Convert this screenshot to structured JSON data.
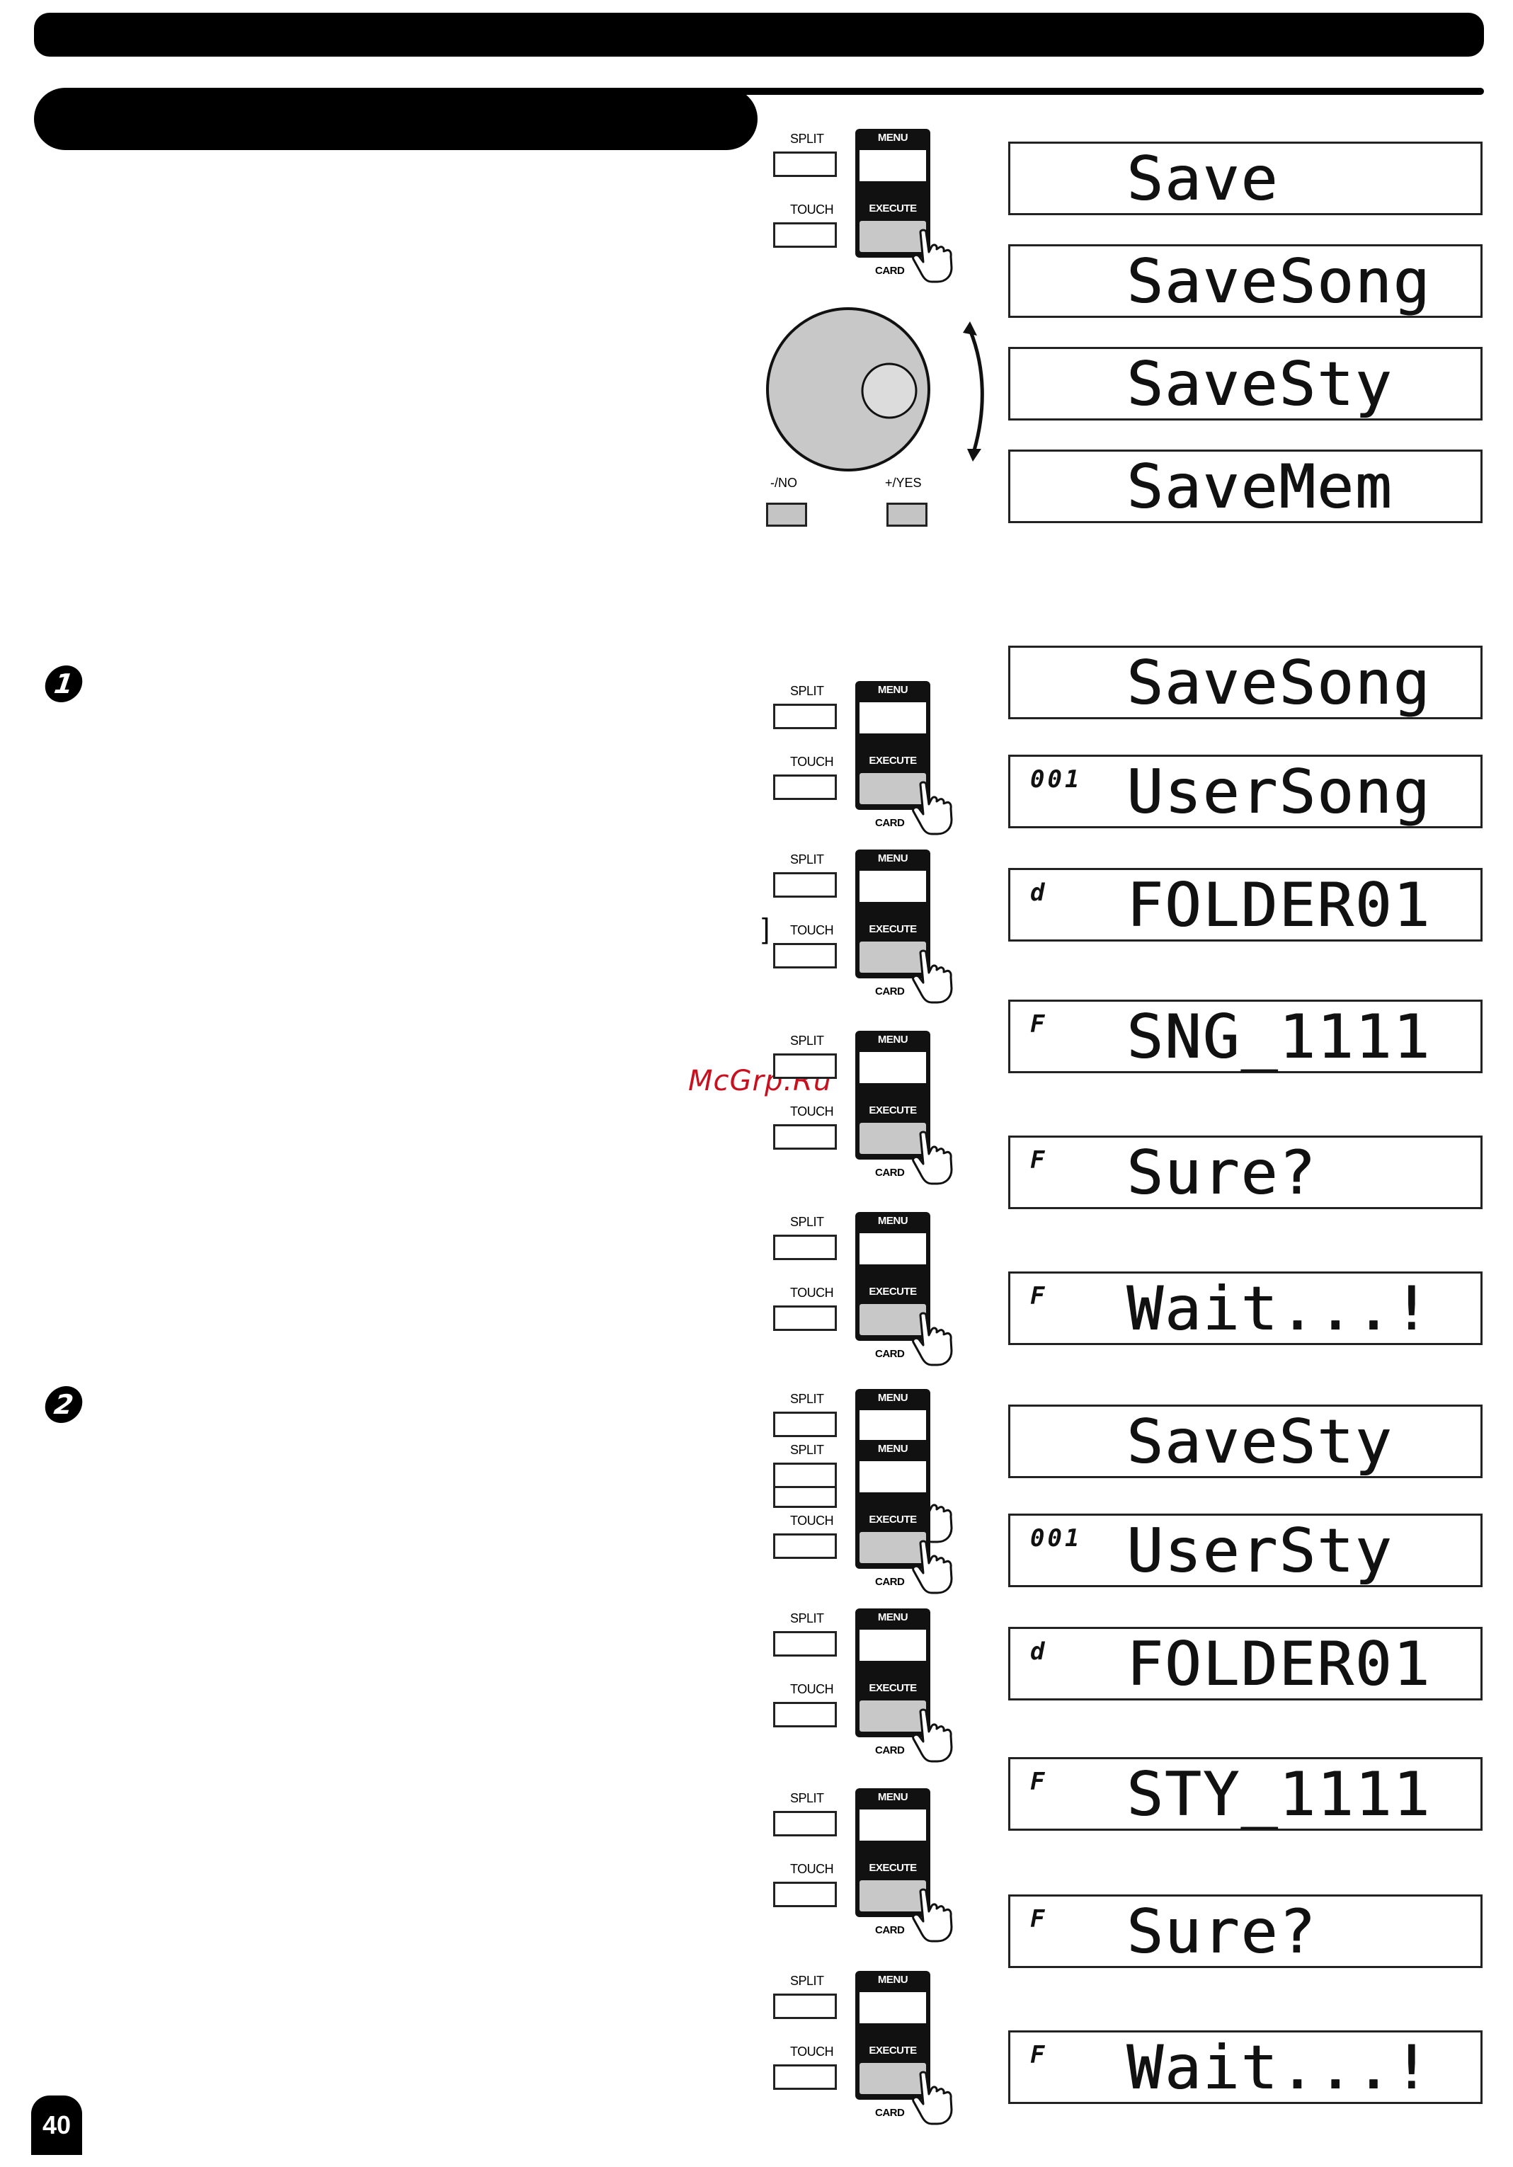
{
  "panel_labels": {
    "split": "SPLIT",
    "touch": "TOUCH",
    "menu": "MENU",
    "execute": "EXECUTE",
    "card": "CARD",
    "no": "-/NO",
    "yes": "+/YES"
  },
  "intro_displays": [
    {
      "indicator": "",
      "text": "Save"
    },
    {
      "indicator": "",
      "text": "SaveSong"
    },
    {
      "indicator": "",
      "text": "SaveSty"
    },
    {
      "indicator": "",
      "text": "SaveMem"
    }
  ],
  "steps": [
    {
      "marker": "1"
    },
    {
      "marker": "2"
    }
  ],
  "song_displays": [
    {
      "indicator": "",
      "text": "SaveSong"
    },
    {
      "indicator": "001",
      "text": "UserSong"
    },
    {
      "indicator": "d",
      "text": "FOLDER01"
    },
    {
      "indicator": "F",
      "text": "SNG_1111"
    },
    {
      "indicator": "F",
      "text": "Sure?"
    },
    {
      "indicator": "F",
      "text": "Wait...!"
    }
  ],
  "style_displays": [
    {
      "indicator": "",
      "text": "SaveSty"
    },
    {
      "indicator": "001",
      "text": "UserSty"
    },
    {
      "indicator": "d",
      "text": "FOLDER01"
    },
    {
      "indicator": "F",
      "text": "STY_1111"
    },
    {
      "indicator": "F",
      "text": "Sure?"
    },
    {
      "indicator": "F",
      "text": "Wait...!"
    }
  ],
  "bracket_mark": "]",
  "watermark": "McGrp.Ru",
  "page_number": "40"
}
